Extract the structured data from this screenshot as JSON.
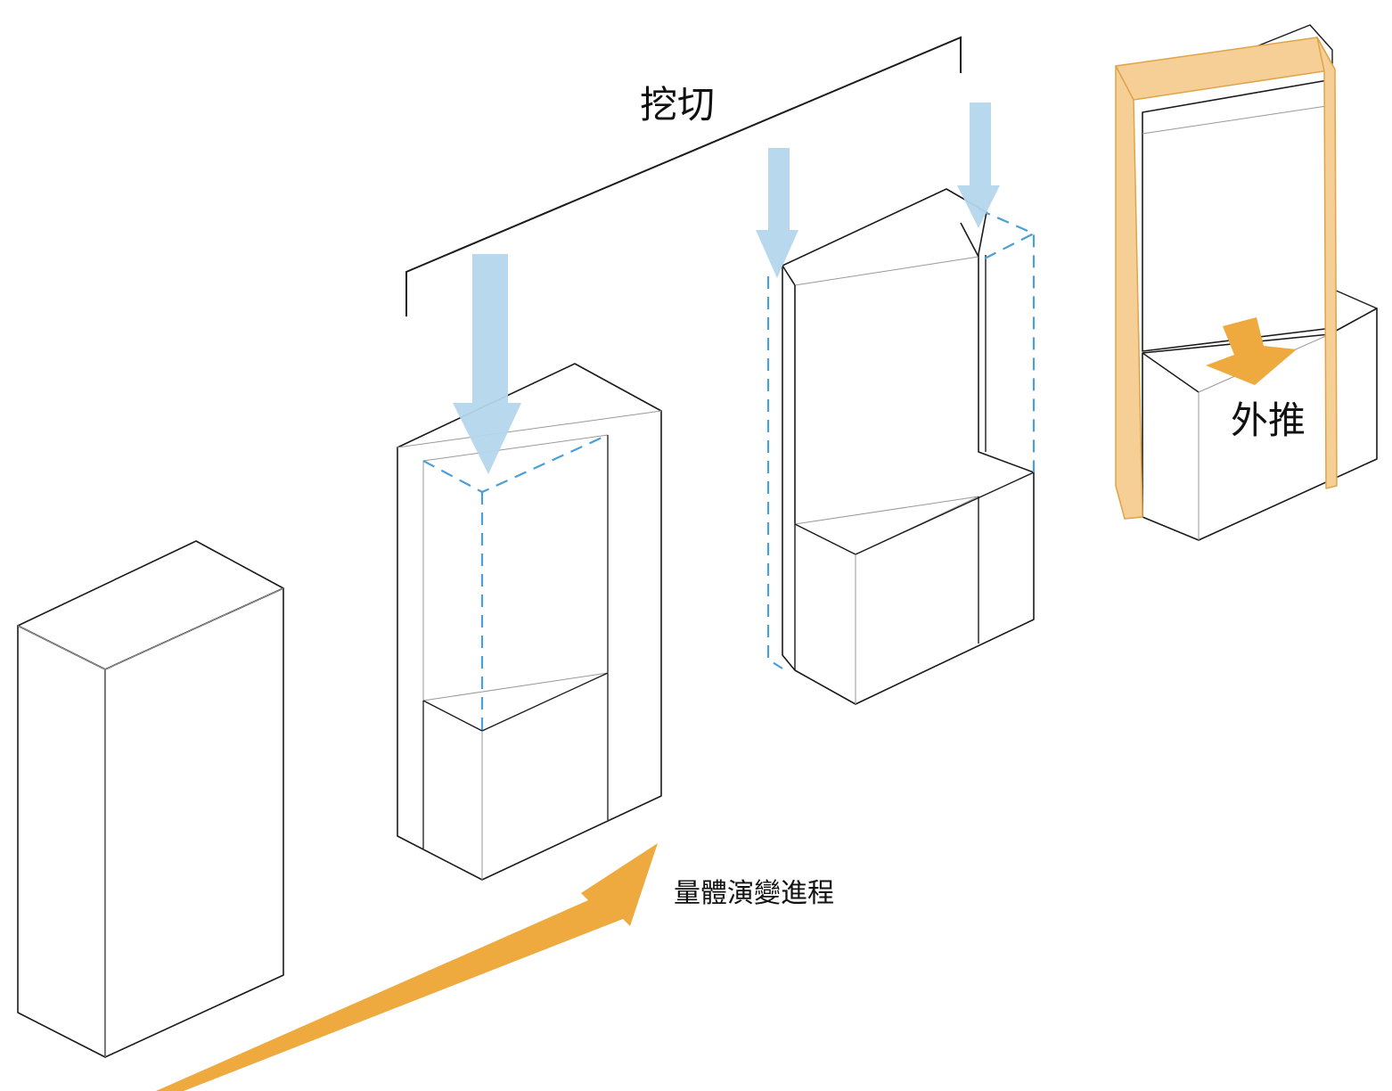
{
  "labels": {
    "cut": "挖切",
    "push_out": "外推",
    "progression": "量體演變進程"
  },
  "colors": {
    "outline": "#1a1a1a",
    "thin_line": "#999999",
    "cut_arrow": "#b4d6ec",
    "cut_dash": "#4a9fd6",
    "push_arrow": "#eea93f",
    "frame_fill": "#f6cf96",
    "frame_stroke": "#e0a448"
  },
  "stages": [
    {
      "name": "original-mass"
    },
    {
      "name": "first-cut"
    },
    {
      "name": "second-cut"
    },
    {
      "name": "push-out-frame"
    }
  ]
}
